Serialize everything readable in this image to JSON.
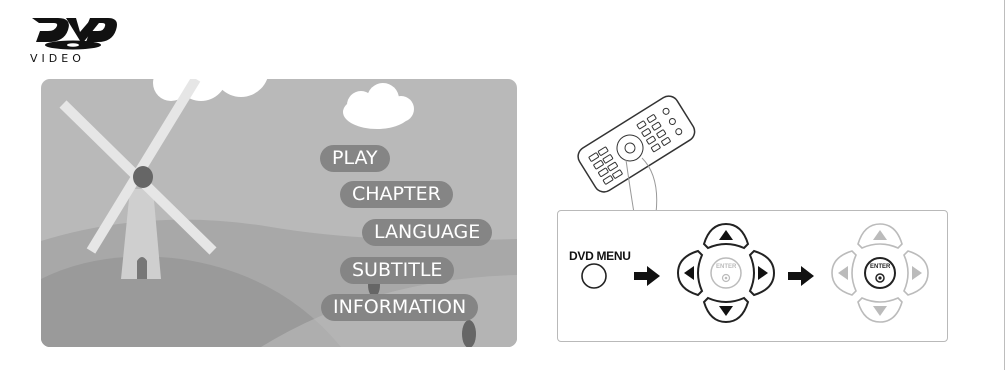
{
  "logo": {
    "brand": "DVD",
    "sub": "VIDEO"
  },
  "menu": {
    "items": [
      "PLAY",
      "CHAPTER",
      "LANGUAGE",
      "SUBTITLE",
      "INFORMATION"
    ]
  },
  "remote": {
    "dvd_menu_label": "DVD MENU",
    "enter_label": "ENTER"
  },
  "colors": {
    "screen_bg": "#b9b9b9",
    "pill": "#858585",
    "hill_dark": "#9a9a9a",
    "hill_light": "#a8a8a8"
  }
}
